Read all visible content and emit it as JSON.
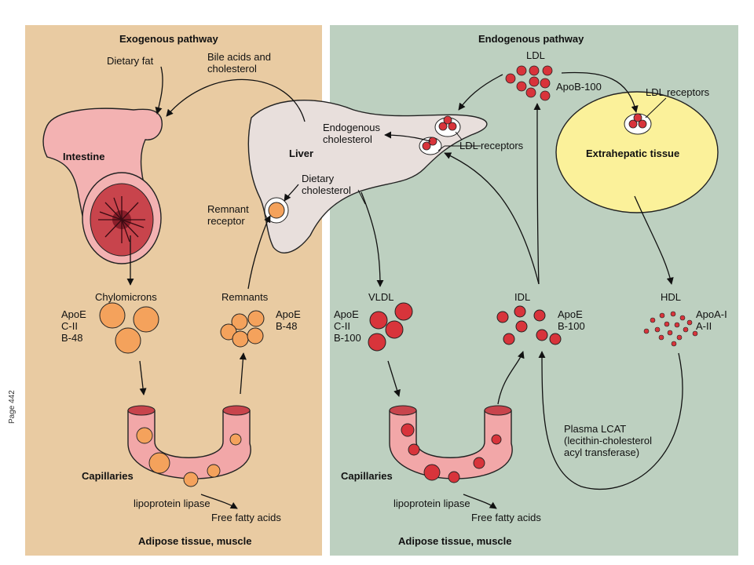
{
  "page_number": "Page 442",
  "exogenous": {
    "title": "Exogenous pathway",
    "dietary_fat": "Dietary fat",
    "bile_acids": "Bile acids and\ncholesterol",
    "intestine": "Intestine",
    "remnant_receptor": "Remnant\nreceptor",
    "chylomicrons": "Chylomicrons",
    "chylomicrons_apo": "ApoE\nC-II\nB-48",
    "remnants": "Remnants",
    "remnants_apo": "ApoE\nB-48",
    "capillaries": "Capillaries",
    "lipoprotein_lipase": "lipoprotein lipase",
    "free_fatty_acids": "Free fatty acids",
    "adipose": "Adipose tissue, muscle"
  },
  "liver": {
    "label": "Liver",
    "endogenous_cholesterol": "Endogenous\ncholesterol",
    "dietary_cholesterol": "Dietary\ncholesterol",
    "ldl_receptors": "LDL receptors"
  },
  "endogenous": {
    "title": "Endogenous pathway",
    "ldl": "LDL",
    "ldl_apo": "ApoB-100",
    "ldl_receptors": "LDL receptors",
    "extrahepatic": "Extrahepatic tissue",
    "vldl": "VLDL",
    "vldl_apo": "ApoE\nC-II\nB-100",
    "idl": "IDL",
    "idl_apo": "ApoE\nB-100",
    "hdl": "HDL",
    "hdl_apo": "ApoA-I\nA-II",
    "capillaries": "Capillaries",
    "lipoprotein_lipase": "lipoprotein lipase",
    "free_fatty_acids": "Free fatty acids",
    "adipose": "Adipose tissue, muscle",
    "plasma_lcat": "Plasma LCAT\n(lecithin-cholesterol\nacyl transferase)"
  },
  "colors": {
    "exo_bg": "#e9cba2",
    "endo_bg": "#bdd0c0",
    "orange_particle": "#f4a25c",
    "red_particle": "#d8343b",
    "vessel_pink": "#f2a7a8",
    "liver_fill": "#e8dfdc",
    "tissue_yellow": "#fbf19a"
  }
}
